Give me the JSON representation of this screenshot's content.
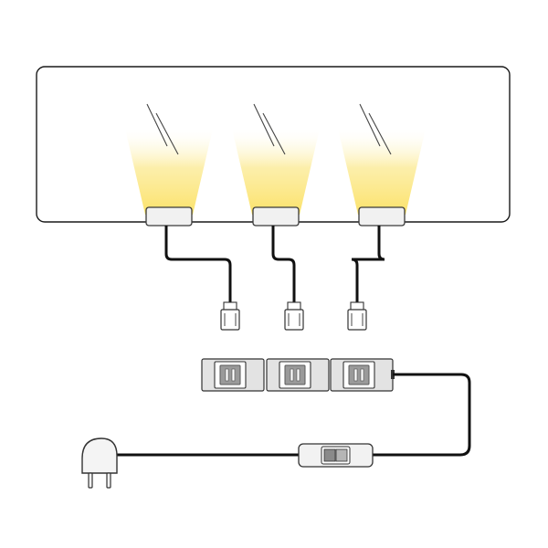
{
  "diagram": {
    "kind": "under-cabinet LED lighting kit wiring",
    "light_count": 3,
    "connector_count": 3,
    "colors": {
      "background": "#ffffff",
      "outline": "#1a1a1a",
      "glass_stroke": "#444444",
      "light_warm": "#fbe26a",
      "light_fade": "#fffdf2",
      "fixture_fill": "#f1f1f1",
      "fixture_stroke": "#3a3a3a",
      "cable": "#111111",
      "plug_fill": "#f4f4f4",
      "plug_stroke": "#333333",
      "distributor_fill": "#e3e3e3",
      "socket_fill": "#9a9a9a",
      "socket_dark": "#5a5a5a",
      "switch_fill": "#f2f2f2",
      "switch_button": "#8a8a8a"
    },
    "icons": {
      "panel": "glass-shelf-icon",
      "light": "led-spotlight-icon",
      "connector": "mini-plug-icon",
      "distributor": "distributor-block-icon",
      "switch": "inline-switch-icon",
      "mains": "power-plug-icon"
    }
  }
}
